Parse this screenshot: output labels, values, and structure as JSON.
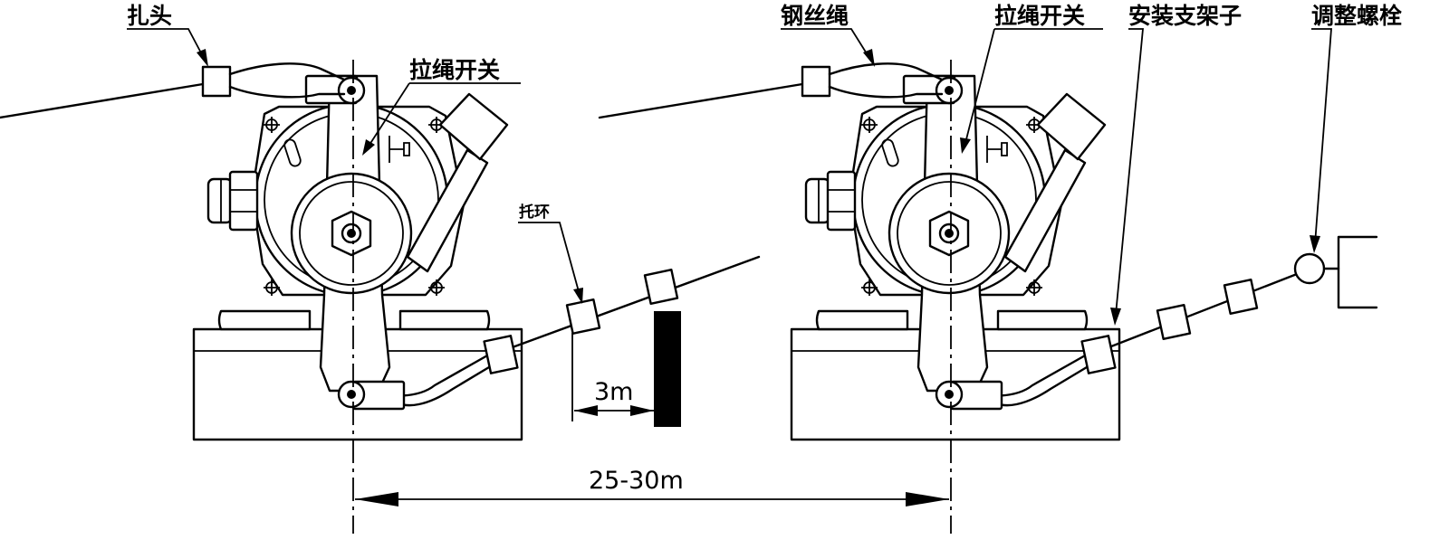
{
  "labels": {
    "knot": "扎头",
    "pull_switch_left": "拉绳开关",
    "support_ring": "托环",
    "wire_rope": "钢丝绳",
    "pull_switch_right": "拉绳开关",
    "mounting_bracket": "安装支架子",
    "adjust_bolt": "调整螺栓"
  },
  "dimensions": {
    "ring_spacing": "3m",
    "switch_spacing": "25-30m"
  }
}
